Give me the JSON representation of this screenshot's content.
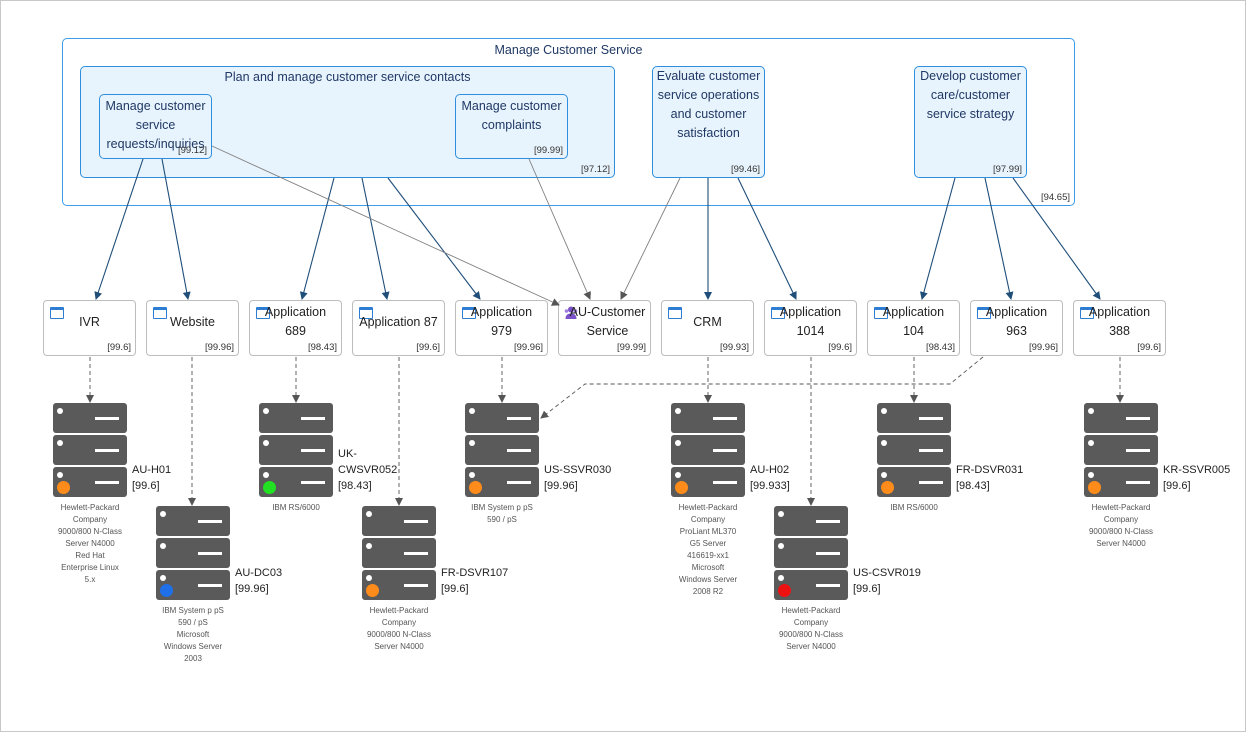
{
  "colors": {
    "capability_border": "#2f8fde",
    "capability_fill": "#e8f4fd",
    "capability_text": "#1f3864",
    "edge_solid": "#1f4e79",
    "edge_thin": "#808080",
    "server": "#5a5a5a"
  },
  "capabilities": {
    "root": {
      "title": "Manage Customer Service",
      "score": "[94.65]"
    },
    "plan": {
      "title": "Plan and manage customer service contacts",
      "score": "[97.12]"
    },
    "requests": {
      "title": "Manage customer service requests/inquiries",
      "score": "[99.12]"
    },
    "complaints": {
      "title": "Manage customer complaints",
      "score": "[99.99]"
    },
    "evaluate": {
      "title": "Evaluate customer service operations and customer satisfaction",
      "score": "[99.46]"
    },
    "develop": {
      "title": "Develop customer care/customer service strategy",
      "score": "[97.99]"
    }
  },
  "applications": [
    {
      "name": "IVR",
      "score": "[99.6]",
      "icon": "window-icon"
    },
    {
      "name": "Website",
      "score": "[99.96]",
      "icon": "window-icon"
    },
    {
      "name": "Application 689",
      "score": "[98.43]",
      "icon": "window-icon"
    },
    {
      "name": "Application 87",
      "score": "[99.6]",
      "icon": "window-icon"
    },
    {
      "name": "Application 979",
      "score": "[99.96]",
      "icon": "window-icon"
    },
    {
      "name": "AU-Customer Service",
      "score": "[99.99]",
      "icon": "people-service-icon"
    },
    {
      "name": "CRM",
      "score": "[99.93]",
      "icon": "window-icon"
    },
    {
      "name": "Application 1014",
      "score": "[99.6]",
      "icon": "window-icon"
    },
    {
      "name": "Application 104",
      "score": "[98.43]",
      "icon": "window-icon"
    },
    {
      "name": "Application 963",
      "score": "[99.96]",
      "icon": "window-icon"
    },
    {
      "name": "Application 388",
      "score": "[99.6]",
      "icon": "window-icon"
    }
  ],
  "servers": [
    {
      "name": "AU-H01",
      "score": "[99.6]",
      "status": "#ff8c1a",
      "desc": [
        "Hewlett-Packard",
        "Company",
        "9000/800 N-Class",
        "Server N4000",
        "Red Hat",
        "Enterprise Linux",
        "5.x"
      ]
    },
    {
      "name": "AU-DC03",
      "score": "[99.96]",
      "status": "#1e6fe8",
      "desc": [
        "IBM System p pS",
        "590 / pS",
        "Microsoft",
        "Windows Server",
        "2003"
      ]
    },
    {
      "name": "UK-CWSVR052",
      "name_lines": [
        "UK-",
        "CWSVR052"
      ],
      "score": "[98.43]",
      "status": "#22e022",
      "desc": [
        "IBM RS/6000"
      ]
    },
    {
      "name": "FR-DSVR107",
      "score": "[99.6]",
      "status": "#ff8c1a",
      "desc": [
        "Hewlett-Packard",
        "Company",
        "9000/800 N-Class",
        "Server N4000"
      ]
    },
    {
      "name": "US-SSVR030",
      "score": "[99.96]",
      "status": "#ff8c1a",
      "desc": [
        "IBM System p pS",
        "590 / pS"
      ]
    },
    {
      "name": "AU-H02",
      "score": "[99.933]",
      "status": "#ff8c1a",
      "desc": [
        "Hewlett-Packard",
        "Company",
        "ProLiant ML370",
        "G5 Server",
        "416619-xx1",
        "Microsoft",
        "Windows Server",
        "2008 R2"
      ]
    },
    {
      "name": "US-CSVR019",
      "score": "[99.6]",
      "status": "#ee1111",
      "desc": [
        "Hewlett-Packard",
        "Company",
        "9000/800 N-Class",
        "Server N4000"
      ]
    },
    {
      "name": "FR-DSVR031",
      "score": "[98.43]",
      "status": "#ff8c1a",
      "desc": [
        "IBM RS/6000"
      ]
    },
    {
      "name": "KR-SSVR005",
      "score": "[99.6]",
      "status": "#ff8c1a",
      "desc": [
        "Hewlett-Packard",
        "Company",
        "9000/800 N-Class",
        "Server N4000"
      ]
    }
  ]
}
